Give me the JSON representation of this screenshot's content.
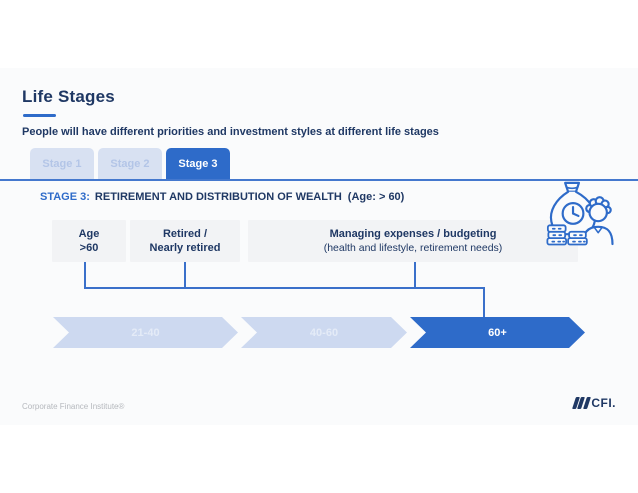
{
  "slide": {
    "title": "Life Stages",
    "subtitle": "People will have different priorities and investment styles at different life stages",
    "tabs": [
      {
        "label": "Stage 1",
        "active": false
      },
      {
        "label": "Stage 2",
        "active": false
      },
      {
        "label": "Stage 3",
        "active": true
      }
    ],
    "stage_heading": {
      "prefix": "STAGE 3:",
      "text": "RETIREMENT AND DISTRIBUTION OF WEALTH",
      "age_note": "(Age: > 60)"
    },
    "info_boxes": [
      {
        "line1": "Age",
        "line2": ">60"
      },
      {
        "line1": "Retired /",
        "line2": "Nearly retired"
      },
      {
        "line1": "Managing expenses / budgeting",
        "line2": "(health and lifestyle, retirement needs)"
      }
    ],
    "timeline": [
      {
        "label": "21-40",
        "active": false
      },
      {
        "label": "40-60",
        "active": false
      },
      {
        "label": "60+",
        "active": true
      }
    ],
    "hero_icon": "money-bag-clock-coins-person",
    "footer": {
      "left_text": "Corporate Finance Institute®",
      "logo_text": "CFI."
    },
    "colors": {
      "accent": "#2e6bc9",
      "navy": "#1f3864",
      "divider_blue": "#4478ce",
      "inactive_tab": "#d8e1f2",
      "light_chevron": "#cdd9f0",
      "box_bg": "#f2f3f5",
      "slide_bg": "#fafbfc"
    }
  }
}
